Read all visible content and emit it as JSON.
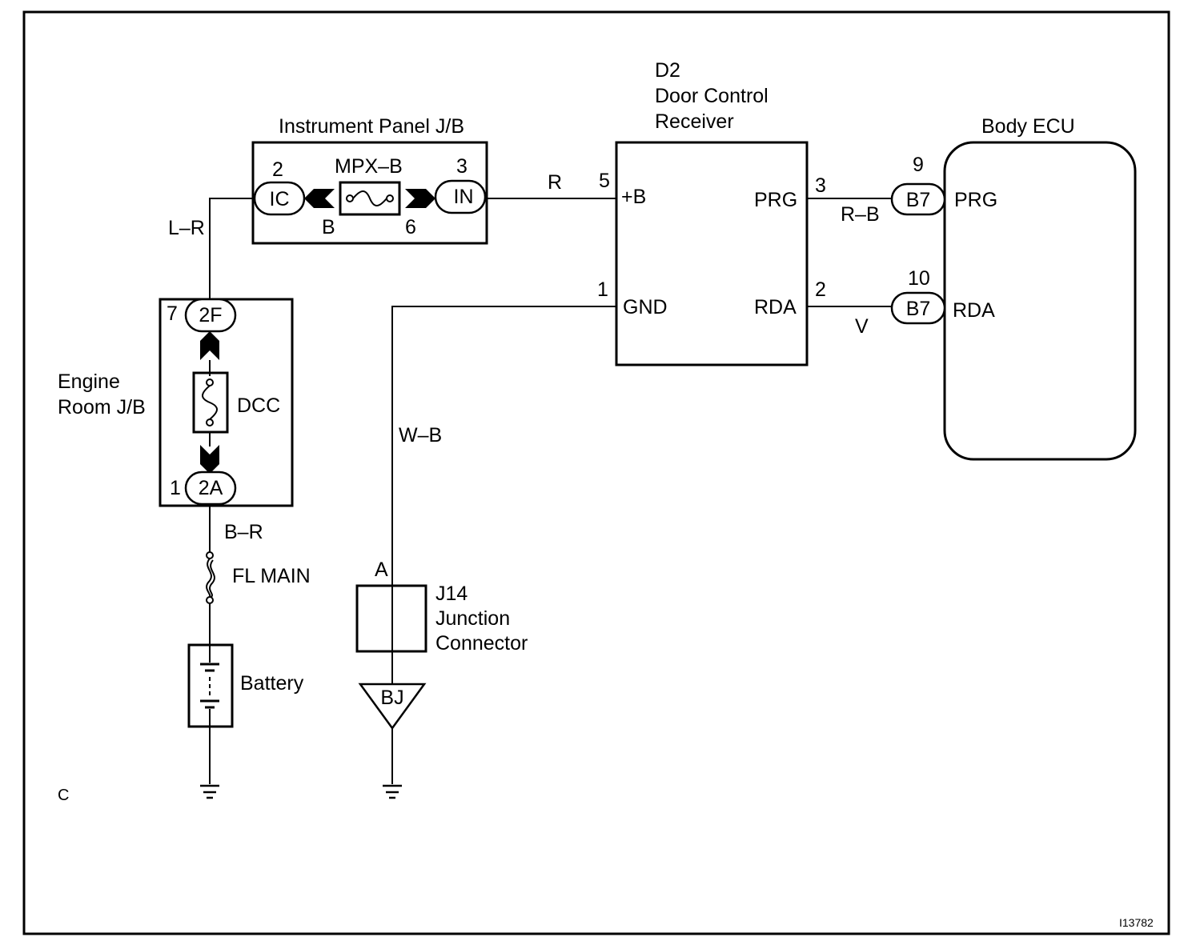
{
  "components": {
    "instrument_panel_jb": {
      "title": "Instrument Panel J/B",
      "pin_left": "2",
      "conn_left": "IC",
      "fuse": "MPX–B",
      "pin_right": "3",
      "conn_right": "IN",
      "label_b": "B",
      "label_6": "6"
    },
    "engine_room_jb": {
      "title_line1": "Engine",
      "title_line2": "Room J/B",
      "pin_top": "7",
      "conn_top": "2F",
      "fuse": "DCC",
      "pin_bottom": "1",
      "conn_bottom": "2A"
    },
    "door_control_receiver": {
      "code": "D2",
      "title_line1": "Door Control",
      "title_line2": "Receiver",
      "pin_plus_b": "5",
      "term_plus_b": "+B",
      "pin_gnd": "1",
      "term_gnd": "GND",
      "pin_prg": "3",
      "term_prg": "PRG",
      "pin_rda": "2",
      "term_rda": "RDA"
    },
    "body_ecu": {
      "title": "Body ECU",
      "pin_prg": "9",
      "conn_prg": "B7",
      "term_prg": "PRG",
      "pin_rda": "10",
      "conn_rda": "B7",
      "term_rda": "RDA"
    },
    "fl_main": {
      "label": "FL MAIN"
    },
    "battery": {
      "label": "Battery"
    },
    "junction_connector": {
      "pin": "A",
      "line1": "J14",
      "line2": "Junction",
      "line3": "Connector"
    },
    "ground_point": {
      "label": "BJ"
    }
  },
  "wires": {
    "l_r": "L–R",
    "r": "R",
    "r_b": "R–B",
    "v": "V",
    "w_b": "W–B",
    "b_r": "B–R"
  },
  "corner_label": "C",
  "figure_id": "I13782"
}
